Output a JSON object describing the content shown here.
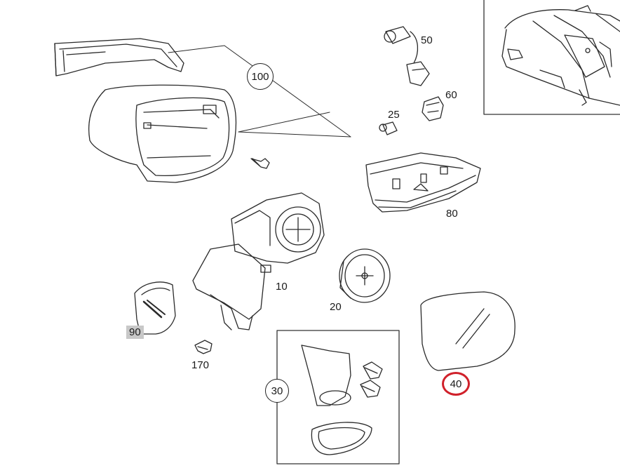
{
  "diagram": {
    "parts": {
      "p10": {
        "label": "10"
      },
      "p20": {
        "label": "20"
      },
      "p25": {
        "label": "25"
      },
      "p30": {
        "label": "30"
      },
      "p40": {
        "label": "40"
      },
      "p50": {
        "label": "50"
      },
      "p60": {
        "label": "60"
      },
      "p80": {
        "label": "80"
      },
      "p90": {
        "label": "90"
      },
      "p100": {
        "label": "100"
      },
      "p170": {
        "label": "170"
      }
    },
    "highlight_color": "#d0202a",
    "shade_color": "#c8c8c8"
  }
}
